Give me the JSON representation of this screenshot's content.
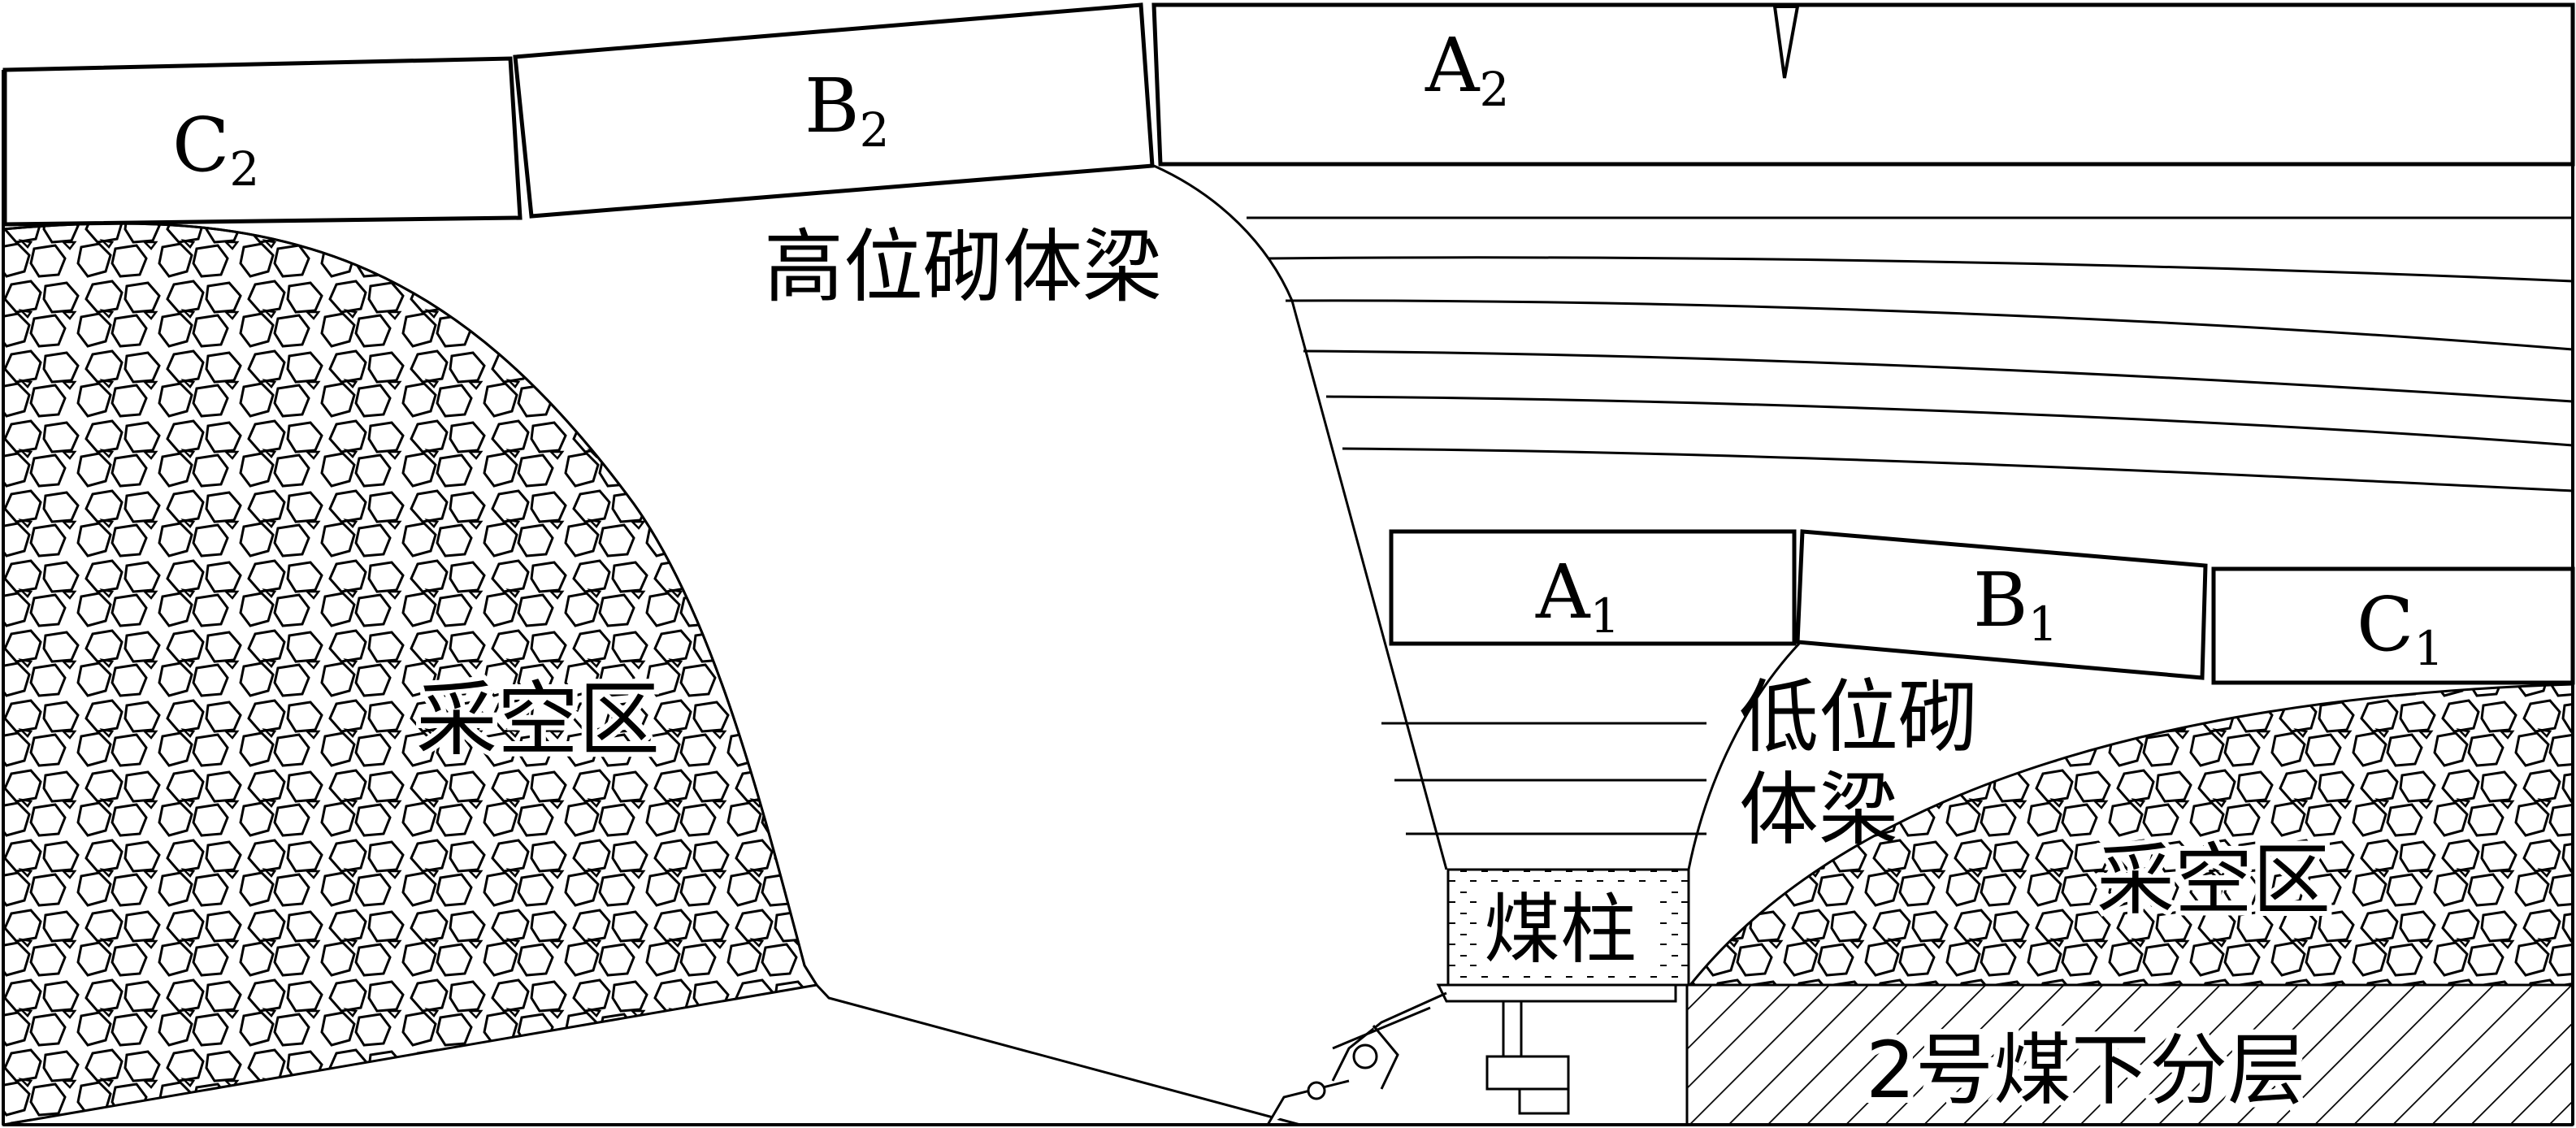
{
  "colors": {
    "stroke": "#000000",
    "background": "#ffffff"
  },
  "blocks": {
    "c2": {
      "main": "C",
      "sub": "2"
    },
    "b2": {
      "main": "B",
      "sub": "2"
    },
    "a2": {
      "main": "A",
      "sub": "2"
    },
    "a1": {
      "main": "A",
      "sub": "1"
    },
    "b1": {
      "main": "B",
      "sub": "1"
    },
    "c1": {
      "main": "C",
      "sub": "1"
    }
  },
  "labels": {
    "high_beam": "高位砌体梁",
    "low_beam_line1": "低位砌",
    "low_beam_line2": "体梁",
    "goaf_left": "采空区",
    "goaf_right": "采空区",
    "coal_pillar": "煤柱",
    "lower_layer": "2号煤下分层"
  }
}
